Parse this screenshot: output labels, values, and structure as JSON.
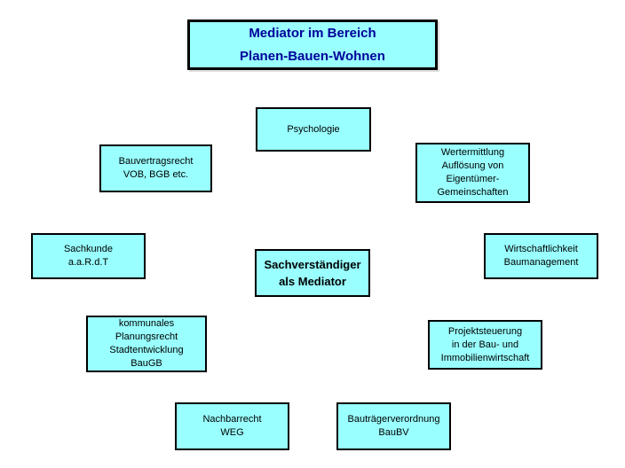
{
  "diagram": {
    "colors": {
      "background": "#FFFFFF",
      "box_fill": "#99FFFF",
      "box_border": "#000000",
      "title_text": "#000099",
      "body_text": "#000000"
    },
    "title": {
      "lines": [
        "Mediator im Bereich",
        "Planen-Bauen-Wohnen"
      ]
    },
    "center": {
      "lines": [
        "Sachverständiger",
        "als Mediator"
      ]
    },
    "nodes": [
      {
        "id": "psychologie",
        "lines": [
          "Psychologie"
        ]
      },
      {
        "id": "bauvertragsrecht",
        "lines": [
          "Bauvertragsrecht",
          "VOB, BGB etc."
        ]
      },
      {
        "id": "wertermittlung",
        "lines": [
          "Wertermittlung",
          "Auflösung von",
          "Eigentümer-",
          "Gemeinschaften"
        ]
      },
      {
        "id": "sachkunde",
        "lines": [
          "Sachkunde",
          "a.a.R.d.T"
        ]
      },
      {
        "id": "wirtschaftlichkeit",
        "lines": [
          "Wirtschaftlichkeit",
          "Baumanagement"
        ]
      },
      {
        "id": "kommunales-planungsrecht",
        "lines": [
          "kommunales",
          "Planungsrecht",
          "Stadtentwicklung",
          "BauGB"
        ]
      },
      {
        "id": "projektsteuerung",
        "lines": [
          "Projektsteuerung",
          "in der Bau- und",
          "Immobilienwirtschaft"
        ]
      },
      {
        "id": "nachbarrecht",
        "lines": [
          "Nachbarrecht",
          "WEG"
        ]
      },
      {
        "id": "bautraegerverordnung",
        "lines": [
          "Bauträgerverordnung",
          "BauBV"
        ]
      }
    ]
  }
}
